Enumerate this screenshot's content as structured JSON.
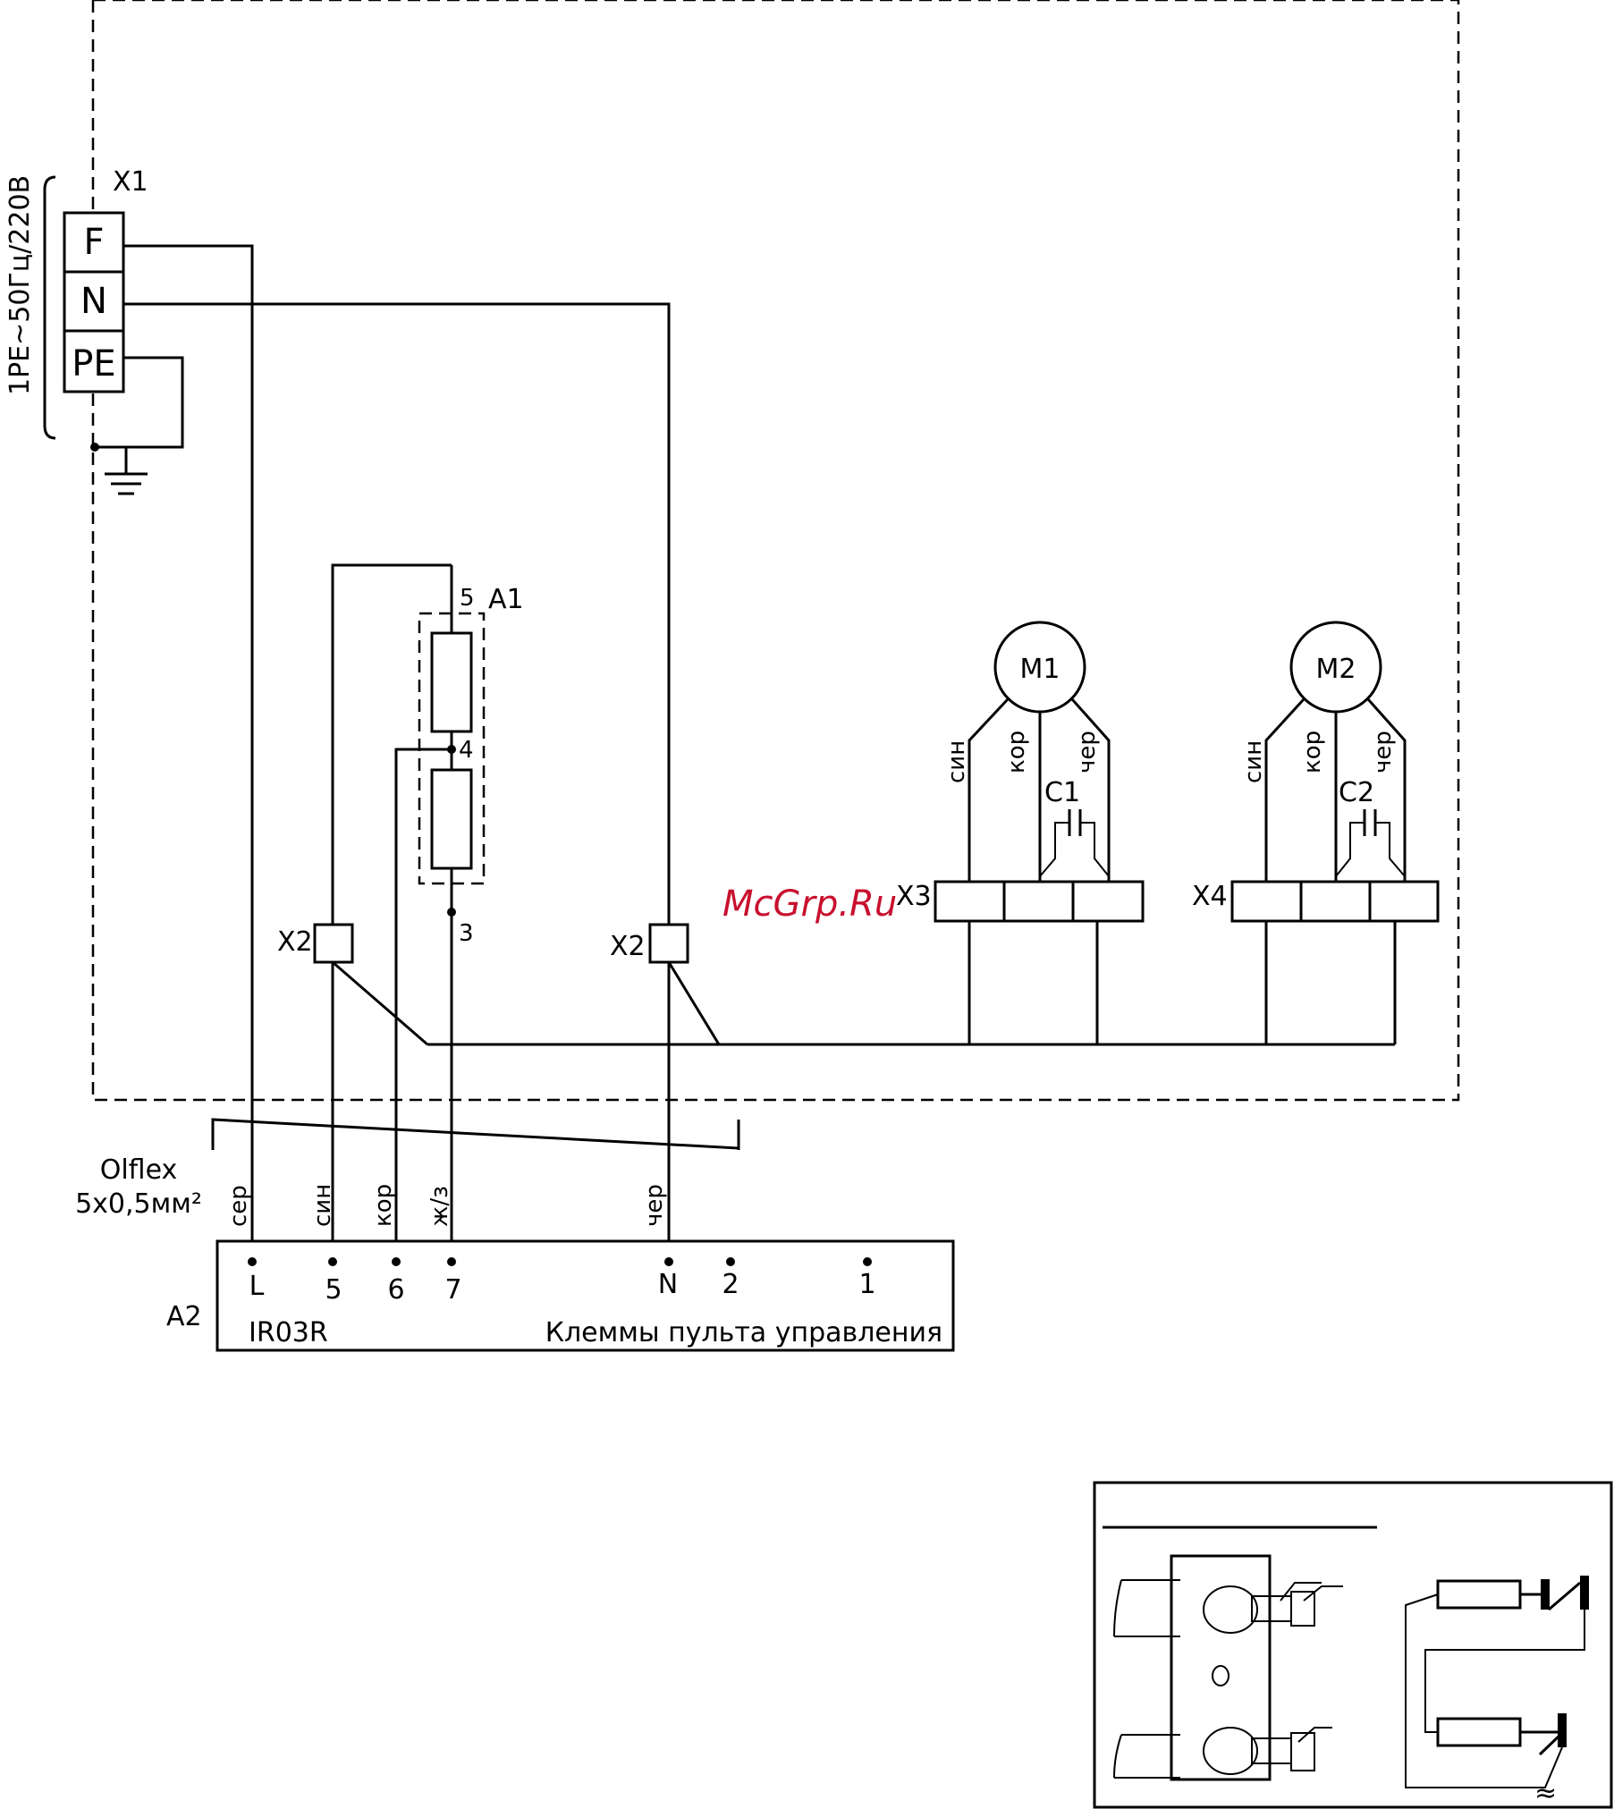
{
  "power": {
    "connector_label": "X1",
    "supply_label": "1PE~50Гц/220В",
    "terminals": [
      "F",
      "N",
      "PE"
    ]
  },
  "heater": {
    "label": "A1",
    "pin_top": "5",
    "pin_mid": "4",
    "pin_bottom": "3"
  },
  "junctions": {
    "left_label": "X2",
    "right_label": "X2"
  },
  "motors": [
    {
      "label": "M1",
      "capacitor": "C1",
      "terminal_block": "X3",
      "wires": [
        "син",
        "кор",
        "чер"
      ]
    },
    {
      "label": "M2",
      "capacitor": "C2",
      "terminal_block": "X4",
      "wires": [
        "син",
        "кор",
        "чер"
      ]
    }
  ],
  "cable": {
    "name": "Olflex",
    "spec": "5х0,5мм²",
    "wires": [
      "сер",
      "син",
      "кор",
      "ж/з",
      "чер"
    ]
  },
  "panel": {
    "label": "A2",
    "model": "IR03R",
    "title": "Клеммы пульта управления",
    "terminals": [
      "L",
      "5",
      "6",
      "7",
      "N",
      "2",
      "1"
    ]
  },
  "watermark": "McGrp.Ru",
  "inset": {
    "corner_symbol": "≈"
  }
}
